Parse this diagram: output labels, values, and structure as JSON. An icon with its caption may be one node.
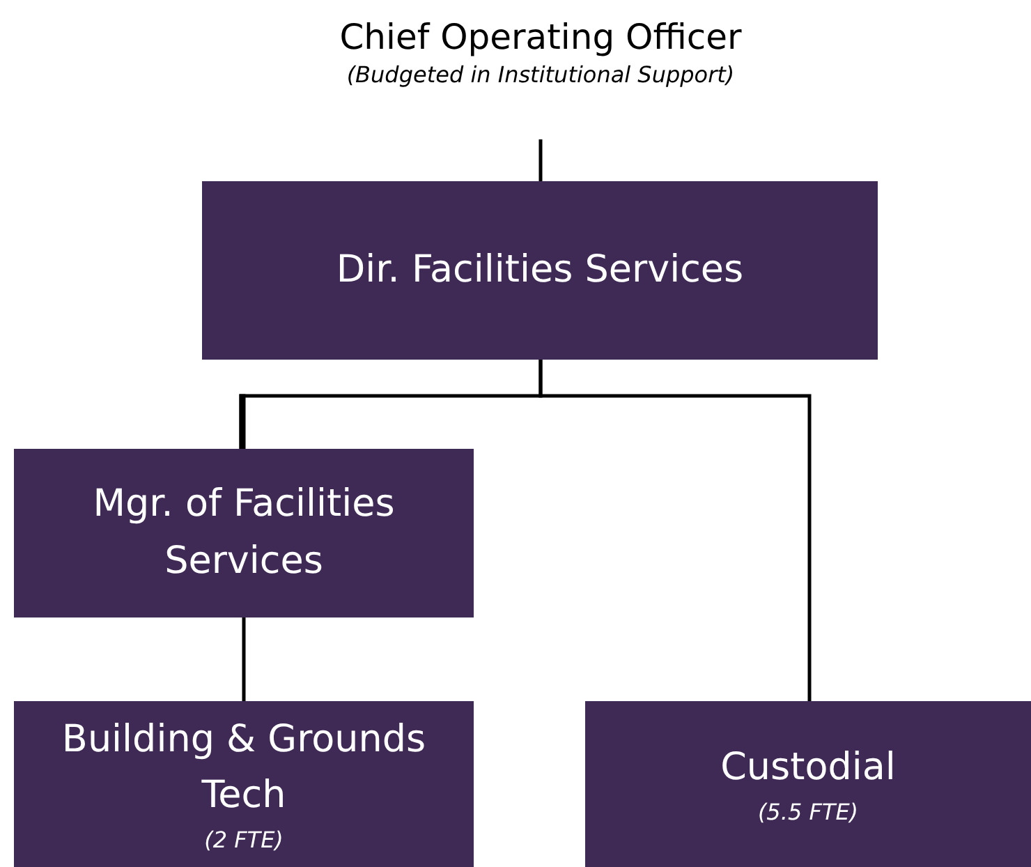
{
  "diagram": {
    "nodes": [
      {
        "text": [
          "Chief Operating Officer",
          "(Budgeted in Institutional Support)"
        ]
      },
      {
        "text": [
          "Dir. Facilities Services"
        ]
      },
      {
        "text": [
          "Mgr. of Facilities Services"
        ]
      },
      {
        "text": [
          "Building & Grounds Tech",
          "(2 FTE)"
        ]
      },
      {
        "text": [
          "Custodial",
          "(5.5 FTE)"
        ]
      }
    ],
    "edges": [
      {
        "from": 0,
        "to": 1,
        "arrow": "none"
      },
      {
        "from": 1,
        "to": 2,
        "arrow": "none"
      },
      {
        "from": 1,
        "to": 4,
        "arrow": "none"
      },
      {
        "from": 2,
        "to": 3,
        "arrow": "none"
      }
    ]
  }
}
